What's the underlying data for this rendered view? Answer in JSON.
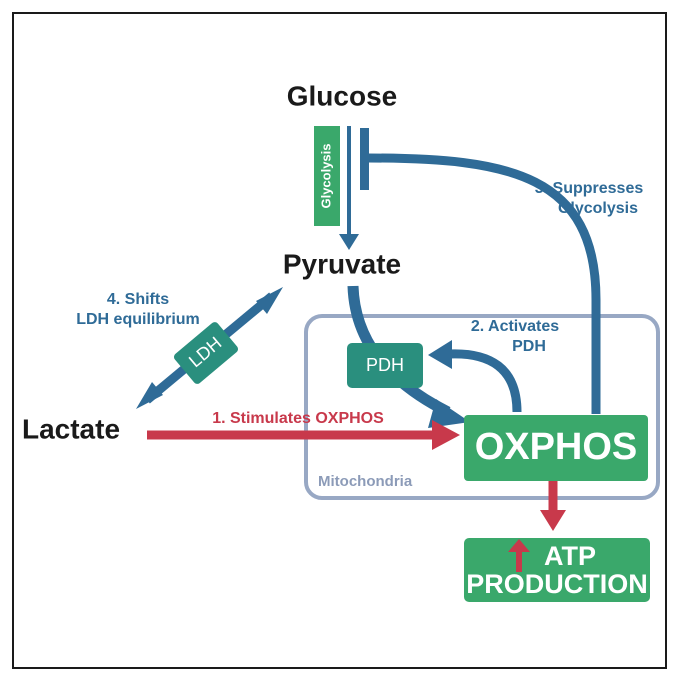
{
  "nodes": {
    "glucose": "Glucose",
    "pyruvate": "Pyruvate",
    "lactate": "Lactate",
    "glycolysis": "Glycolysis",
    "pdh": "PDH",
    "ldh": "LDH",
    "oxphos": "OXPHOS",
    "atp_line1": "ATP",
    "atp_line2": "PRODUCTION",
    "mitochondria": "Mitochondria"
  },
  "labels": {
    "stimulates": "1. Stimulates OXPHOS",
    "activates_line1": "2. Activates",
    "activates_line2": "PDH",
    "suppresses_line1": "3. Suppresses",
    "suppresses_line2": "Glycolysis",
    "shifts_line1": "4. Shifts",
    "shifts_line2": "LDH equilibrium"
  },
  "colors": {
    "blue": "#2f6b97",
    "red": "#c8394b",
    "green": "#3aa86b",
    "mito_border": "#98a8c4",
    "mito_label": "#8c9bb8",
    "black": "#1a1a1a"
  }
}
